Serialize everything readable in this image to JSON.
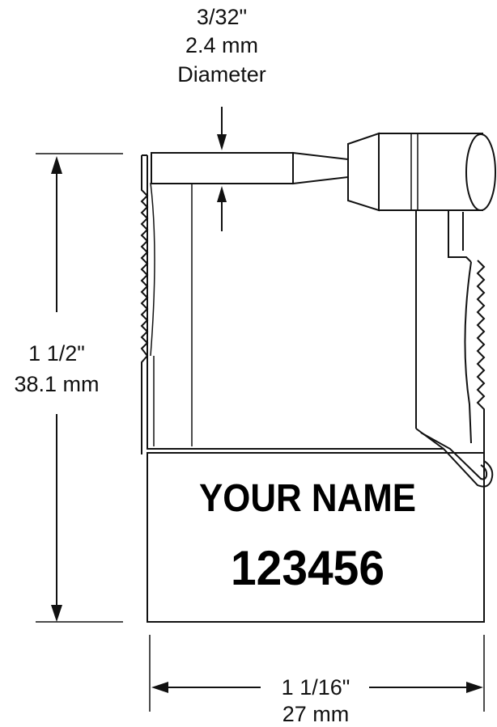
{
  "diameter_dimension": {
    "imperial": "3/32\"",
    "metric": "2.4 mm",
    "label": "Diameter"
  },
  "height_dimension": {
    "imperial": "1 1/2\"",
    "metric": "38.1 mm"
  },
  "width_dimension": {
    "imperial": "1 1/16\"",
    "metric": "27 mm"
  },
  "tag": {
    "name_text": "YOUR NAME",
    "number_text": "123456"
  }
}
